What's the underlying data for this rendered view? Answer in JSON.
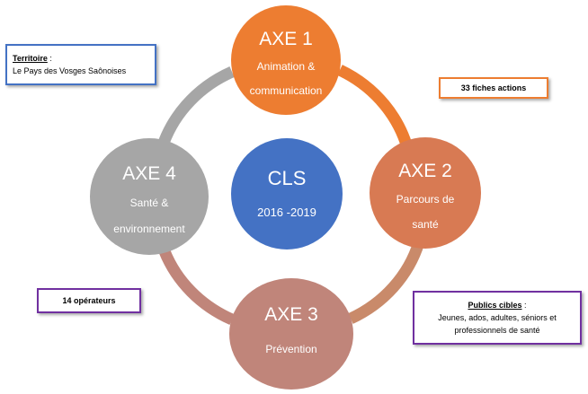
{
  "diagram": {
    "center": {
      "title": "CLS",
      "years": "2016 -2019",
      "color": "#4472c4"
    },
    "axes": [
      {
        "title": "AXE 1",
        "line1": "Animation &",
        "line2": "communication",
        "color": "#ed7d31"
      },
      {
        "title": "AXE 2",
        "line1": "Parcours de",
        "line2": "santé",
        "color": "#d87a53"
      },
      {
        "title": "AXE 3",
        "line1": "Prévention",
        "color": "#c0857a"
      },
      {
        "title": "AXE 4",
        "line1": "Santé &",
        "line2": "environnement",
        "color": "#a6a6a6"
      }
    ],
    "ring_colors": {
      "axe1_to_axe2": "#ed7d31",
      "axe2_to_axe3": "#c98a6a",
      "axe3_to_axe4": "#c0857a",
      "axe4_to_axe1": "#a6a6a6"
    }
  },
  "callouts": {
    "territoire": {
      "label": "Territoire",
      "suffix": " :",
      "value": "Le Pays des Vosges Saônoises",
      "border_color": "#4472c4"
    },
    "fiches": {
      "text": "33 fiches actions",
      "border_color": "#ed7d31"
    },
    "operateurs": {
      "text": "14 opérateurs",
      "border_color": "#7030a0"
    },
    "publics": {
      "label": "Publics cibles",
      "suffix": " :",
      "line1": "Jeunes, ados, adultes, séniors et",
      "line2": "professionnels de santé",
      "border_color": "#7030a0"
    }
  }
}
